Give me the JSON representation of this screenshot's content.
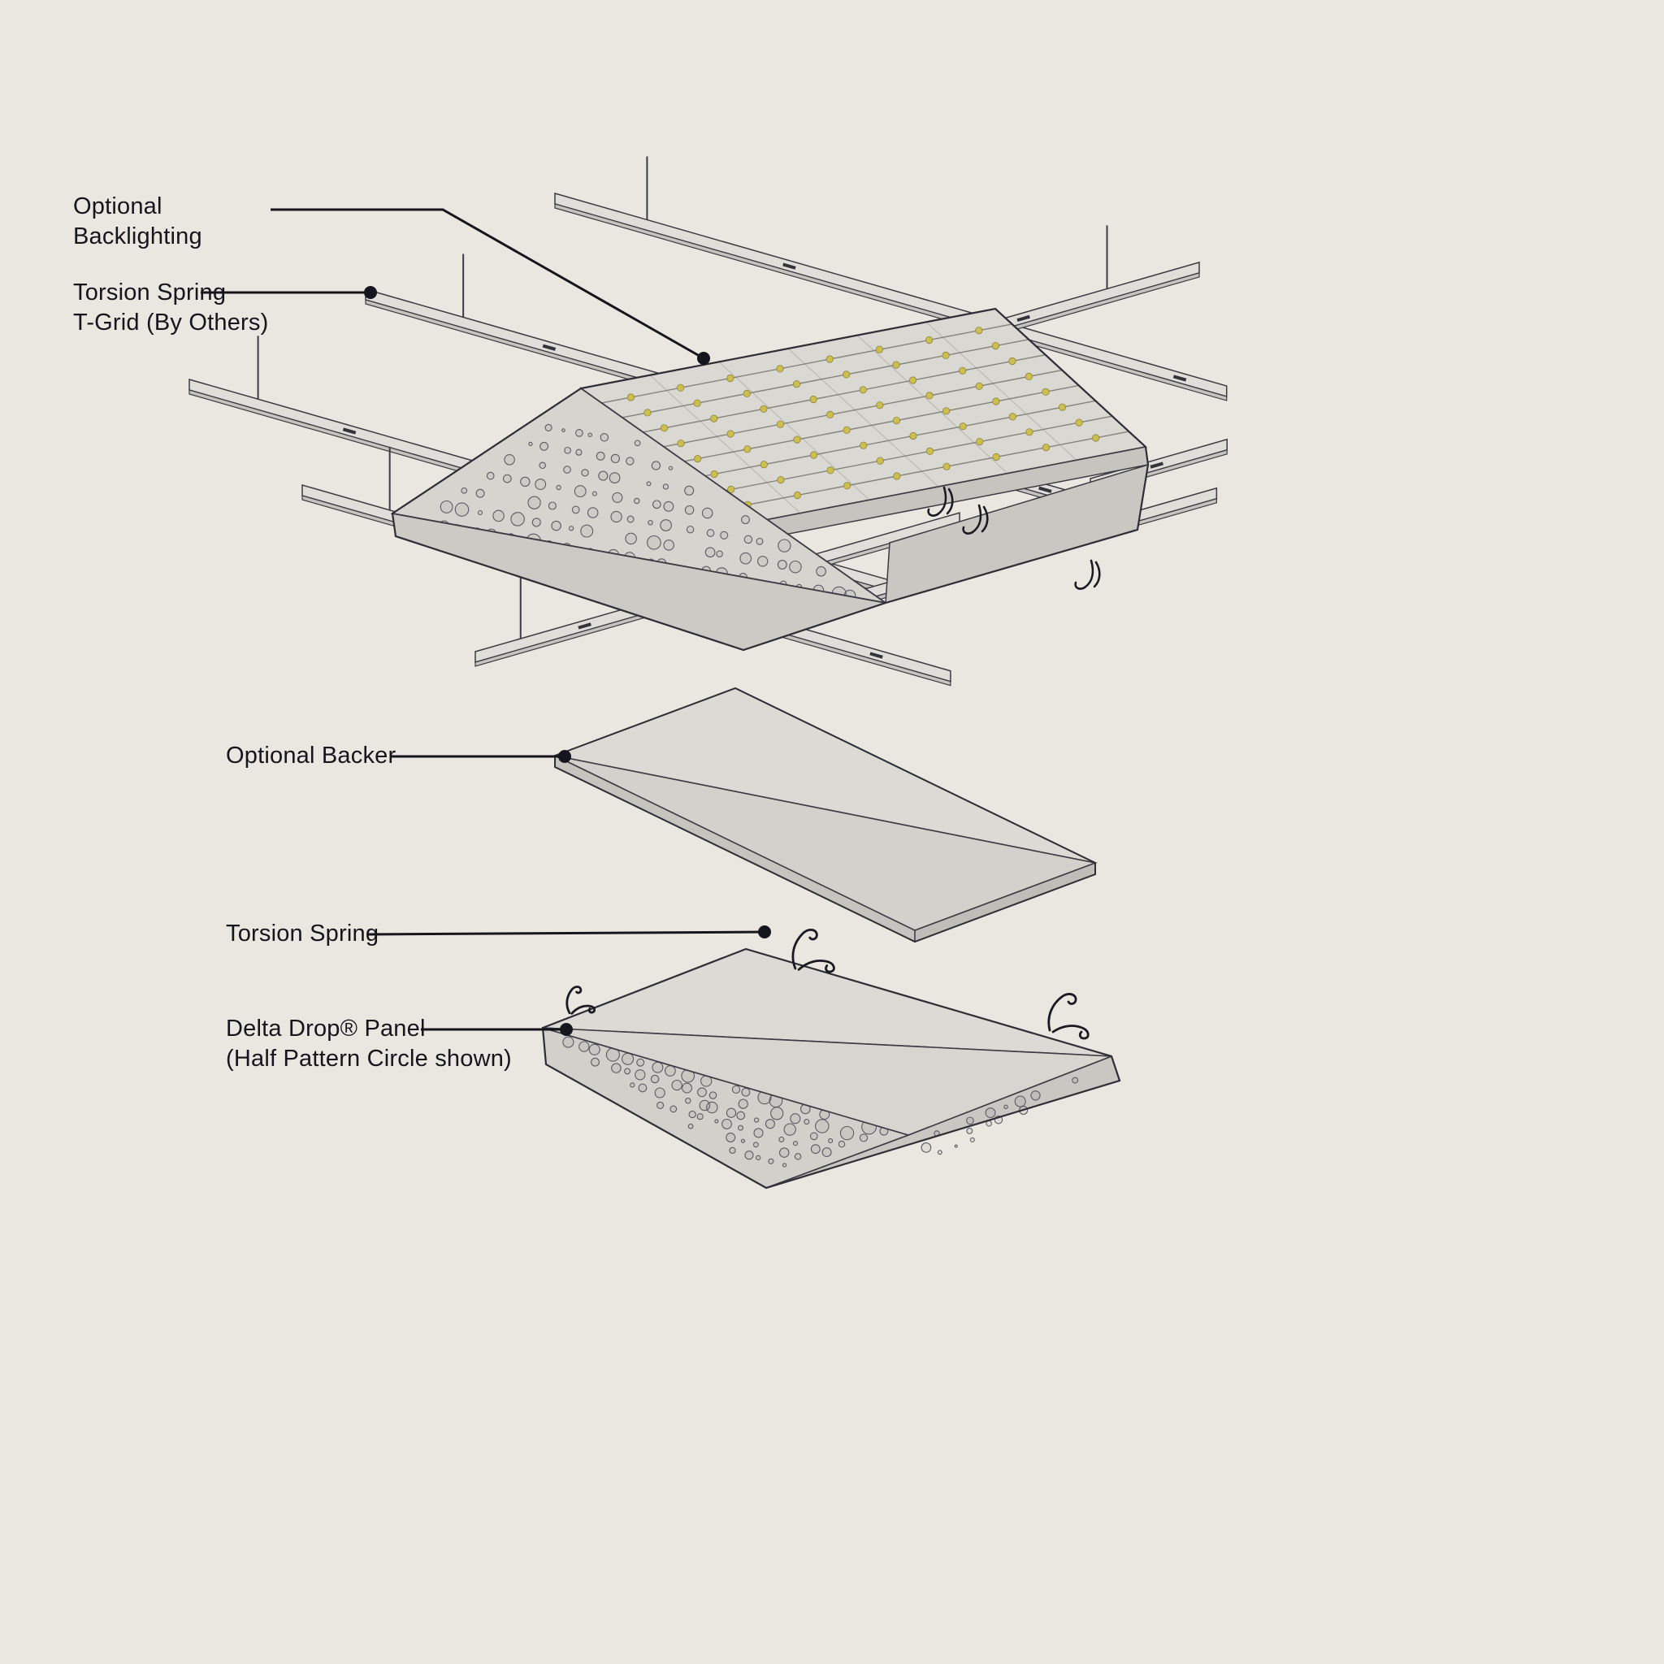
{
  "colors": {
    "background": "#EAE6E0",
    "ink": "#15151D",
    "line": "#3B3B43",
    "silhouette": "#2E2E36",
    "panel_light": "#DCDAD5",
    "panel_mid": "#D3D1CC",
    "panel_dark": "#C9C7C2",
    "band": "#C6C4BF",
    "led_yellow": "#CCBF4E"
  },
  "labels": {
    "backlighting": "Optional\nBacklighting",
    "tgrid": "Torsion Spring\nT-Grid (By Others)",
    "backer": "Optional Backer",
    "torsion_spring": "Torsion Spring",
    "panel": "Delta Drop® Panel\n(Half Pattern Circle shown)"
  }
}
